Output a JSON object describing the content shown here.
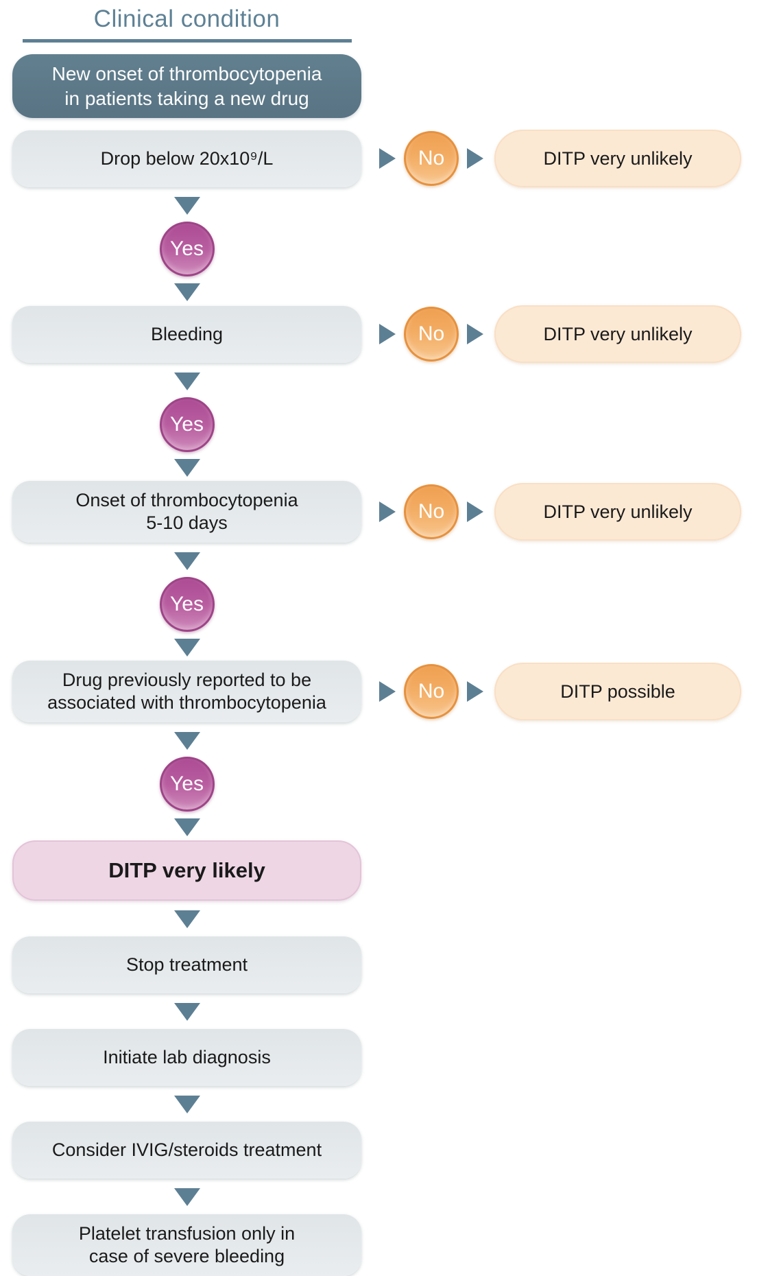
{
  "title": "Clinical condition",
  "start_node": {
    "text": "New onset of thrombocytopenia\nin patients taking a new drug"
  },
  "labels": {
    "yes": "Yes",
    "no": "No"
  },
  "decision_rows": [
    {
      "question": "Drop below 20x10⁹/L",
      "no_outcome": "DITP very unlikely"
    },
    {
      "question": "Bleeding",
      "no_outcome": "DITP very unlikely"
    },
    {
      "question": "Onset of thrombocytopenia\n5-10 days",
      "no_outcome": "DITP very unlikely"
    },
    {
      "question": "Drug previously reported to be\nassociated with thrombocytopenia",
      "no_outcome": "DITP possible"
    }
  ],
  "result": {
    "text": "DITP very likely"
  },
  "action_steps": [
    {
      "text": "Stop treatment"
    },
    {
      "text": "Initiate lab diagnosis"
    },
    {
      "text": "Consider IVIG/steroids treatment"
    },
    {
      "text": "Platelet transfusion only in\ncase of severe bleeding"
    }
  ],
  "colors": {
    "slate_accent": "#5d7f93",
    "start_node_fill": "#5d7888",
    "question_node_fill": "#e4e9eb",
    "no_badge_fill": "#f0a257",
    "outcome_node_fill": "#fce9d4",
    "yes_badge_fill": "#b2539b",
    "result_node_fill": "#eed6e5"
  }
}
